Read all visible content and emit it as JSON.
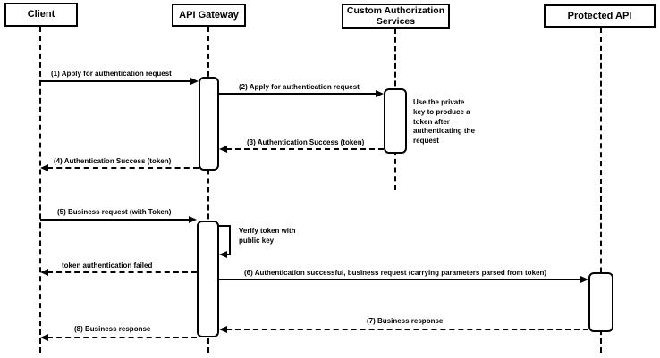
{
  "diagram": {
    "type": "sequence-diagram",
    "background_color": "#ffffff",
    "stroke_color": "#000000",
    "actors": [
      {
        "label": "Client"
      },
      {
        "label": "API Gateway"
      },
      {
        "label": "Custom Authorization Services"
      },
      {
        "label": "Protected API"
      }
    ],
    "messages": [
      {
        "label": "(1) Apply for authentication request",
        "type": "solid",
        "from": "Client",
        "to": "API Gateway"
      },
      {
        "label": "(2) Apply for authentication request",
        "type": "solid",
        "from": "API Gateway",
        "to": "Custom Authorization Services"
      },
      {
        "label": "(3) Authentication Success (token)",
        "type": "dashed",
        "from": "Custom Authorization Services",
        "to": "API Gateway"
      },
      {
        "label": "(4) Authentication Success (token)",
        "type": "dashed",
        "from": "API Gateway",
        "to": "Client"
      },
      {
        "label": "(5) Business request (with Token)",
        "type": "solid",
        "from": "Client",
        "to": "API Gateway"
      },
      {
        "label": "Verify token with public key",
        "type": "self",
        "from": "API Gateway",
        "to": "API Gateway"
      },
      {
        "label": "token authentication failed",
        "type": "dashed",
        "from": "API Gateway",
        "to": "Client"
      },
      {
        "label": "(6) Authentication successful, business request (carrying parameters parsed from token)",
        "type": "solid",
        "from": "API Gateway",
        "to": "Protected API"
      },
      {
        "label": "(7) Business response",
        "type": "dashed",
        "from": "Protected API",
        "to": "API Gateway"
      },
      {
        "label": "(8) Business response",
        "type": "dashed",
        "from": "API Gateway",
        "to": "Client"
      }
    ],
    "note": {
      "text": "Use the private key to produce a token after authenticating the request"
    }
  }
}
